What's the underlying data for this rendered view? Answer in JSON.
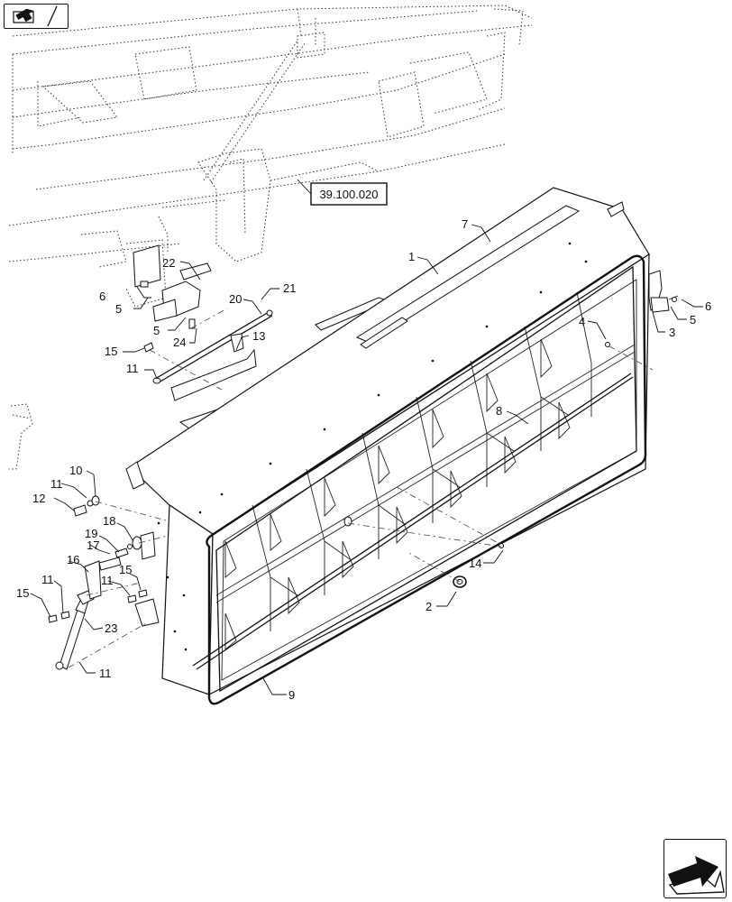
{
  "reference_box": {
    "text": "39.100.020"
  },
  "nav": {
    "previous_icon": "arrow-left-icon",
    "next_icon": "arrow-right-icon"
  },
  "callouts": [
    {
      "id": "c1",
      "text": "1"
    },
    {
      "id": "c2",
      "text": "2"
    },
    {
      "id": "c3",
      "text": "3"
    },
    {
      "id": "c4",
      "text": "4"
    },
    {
      "id": "c5a",
      "text": "5"
    },
    {
      "id": "c5b",
      "text": "5"
    },
    {
      "id": "c5c",
      "text": "5"
    },
    {
      "id": "c6a",
      "text": "6"
    },
    {
      "id": "c6b",
      "text": "6"
    },
    {
      "id": "c7",
      "text": "7"
    },
    {
      "id": "c8",
      "text": "8"
    },
    {
      "id": "c9",
      "text": "9"
    },
    {
      "id": "c10",
      "text": "10"
    },
    {
      "id": "c11a",
      "text": "11"
    },
    {
      "id": "c11b",
      "text": "11"
    },
    {
      "id": "c11c",
      "text": "11"
    },
    {
      "id": "c11d",
      "text": "11"
    },
    {
      "id": "c11e",
      "text": "11"
    },
    {
      "id": "c12",
      "text": "12"
    },
    {
      "id": "c13",
      "text": "13"
    },
    {
      "id": "c14",
      "text": "14"
    },
    {
      "id": "c15a",
      "text": "15"
    },
    {
      "id": "c15b",
      "text": "15"
    },
    {
      "id": "c15c",
      "text": "15"
    },
    {
      "id": "c16",
      "text": "16"
    },
    {
      "id": "c17",
      "text": "17"
    },
    {
      "id": "c18",
      "text": "18"
    },
    {
      "id": "c19",
      "text": "19"
    },
    {
      "id": "c20",
      "text": "20"
    },
    {
      "id": "c21",
      "text": "21"
    },
    {
      "id": "c22",
      "text": "22"
    },
    {
      "id": "c23",
      "text": "23"
    },
    {
      "id": "c24",
      "text": "24"
    }
  ]
}
